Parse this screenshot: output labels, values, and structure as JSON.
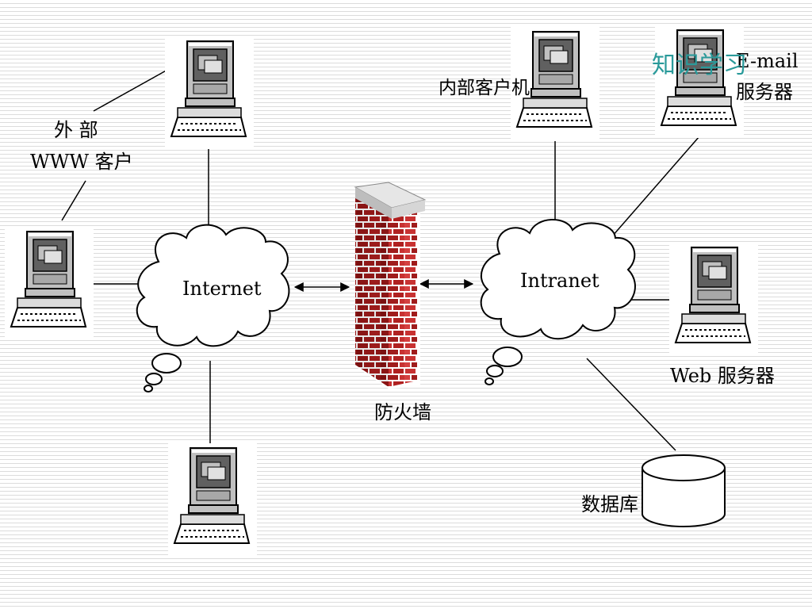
{
  "labels": {
    "external_line1": "外 部",
    "external_line2": "WWW 客户",
    "internet": "Internet",
    "intranet": "Intranet",
    "firewall": "防火墙",
    "internal_client": "内部客户机",
    "email_line1": "E-mail",
    "email_line2": "服务器",
    "web_server": "Web 服务器",
    "database": "数据库",
    "watermark": "知识学习"
  },
  "colors": {
    "brick": "#c83232",
    "mortar": "#ffffff",
    "brick_shadow": "#8a1515",
    "watermark": "#2a9a9a"
  },
  "icons": [
    "computer-icon",
    "cloud-icon",
    "firewall-icon",
    "database-icon",
    "arrow-icon"
  ]
}
